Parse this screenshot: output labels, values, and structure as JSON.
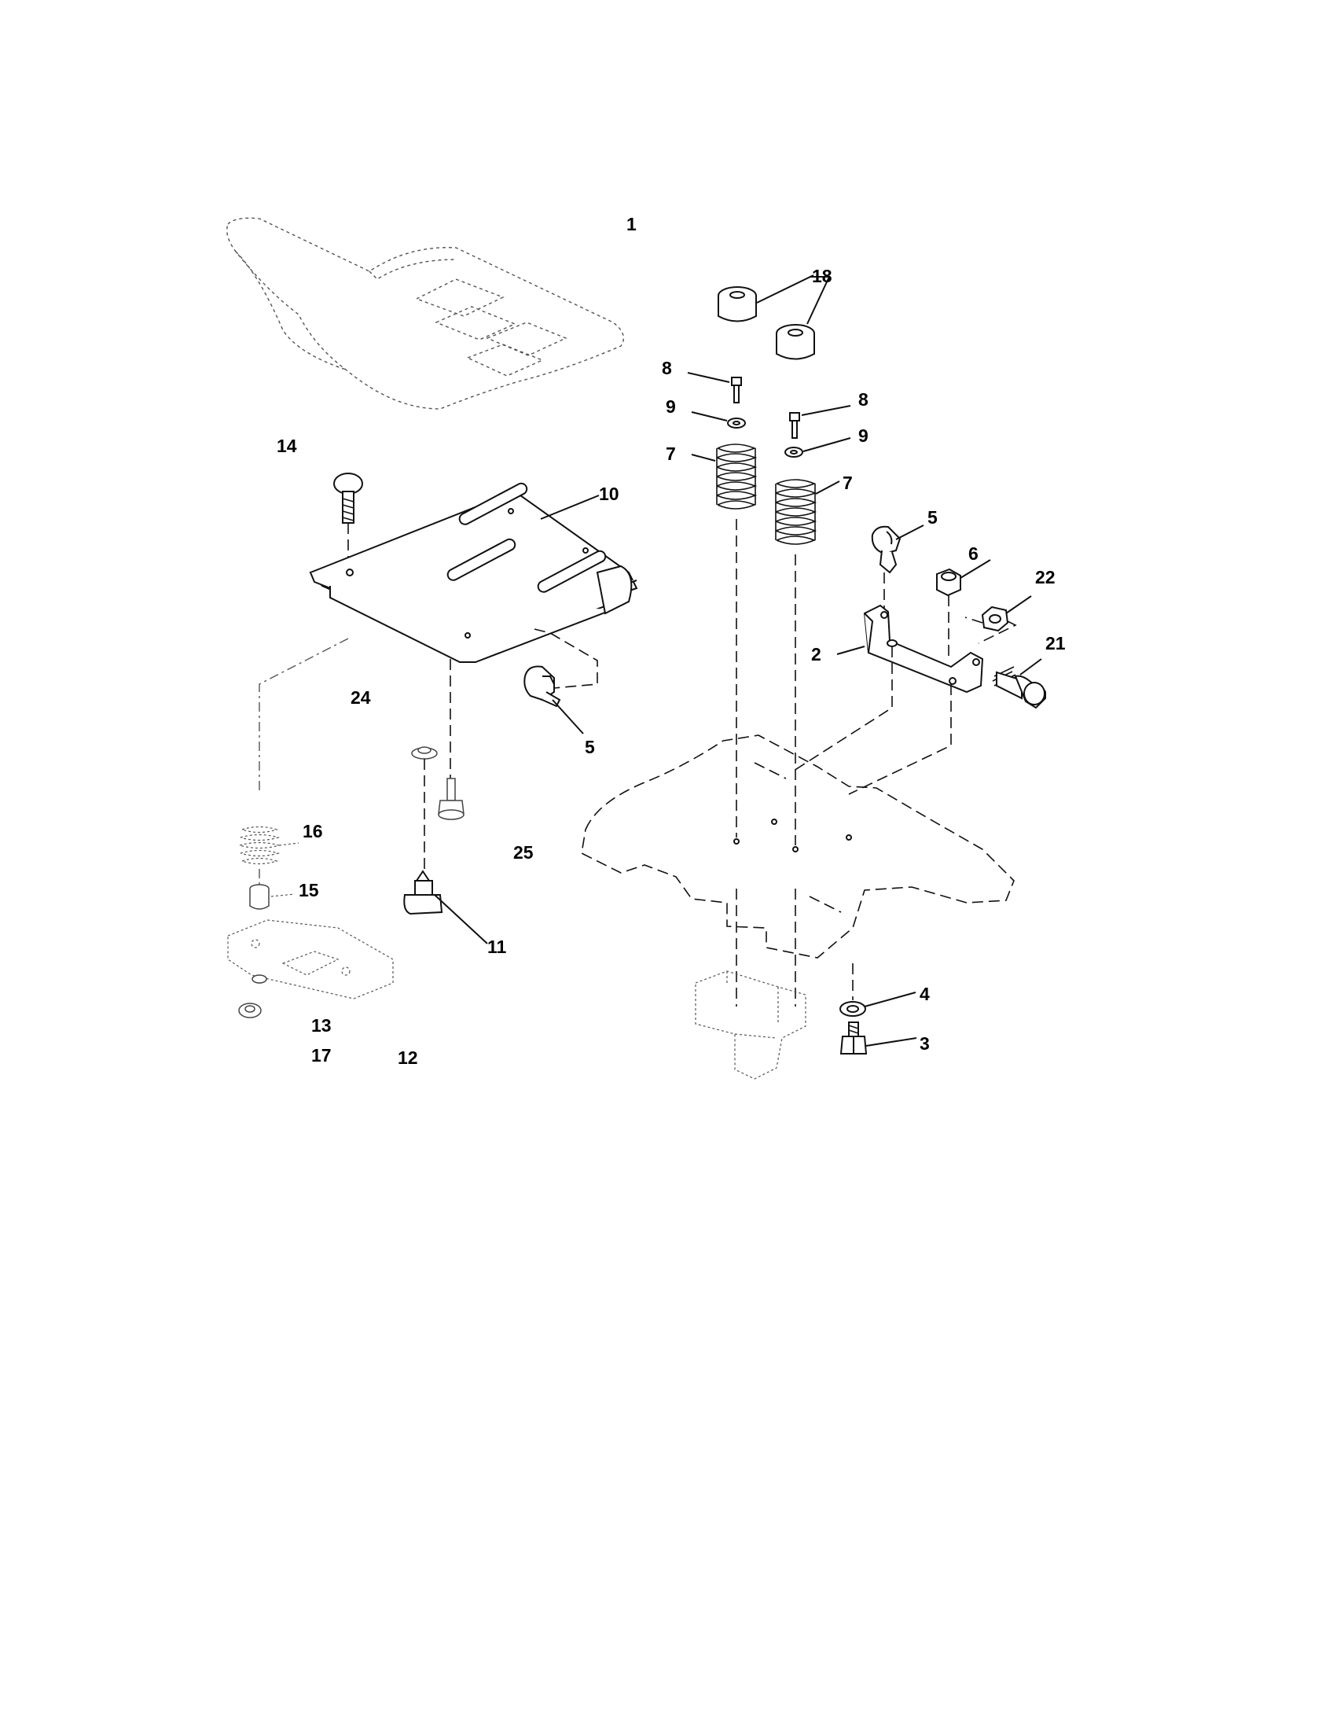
{
  "callouts": {
    "c1": "1",
    "c2": "2",
    "c3": "3",
    "c4": "4",
    "c5a": "5",
    "c5b": "5",
    "c6": "6",
    "c7a": "7",
    "c7b": "7",
    "c8a": "8",
    "c8b": "8",
    "c9a": "9",
    "c9b": "9",
    "c10": "10",
    "c11": "11",
    "c12": "12",
    "c13": "13",
    "c14": "14",
    "c15": "15",
    "c16": "16",
    "c17": "17",
    "c18": "18",
    "c21": "21",
    "c22": "22",
    "c24": "24",
    "c25": "25"
  }
}
